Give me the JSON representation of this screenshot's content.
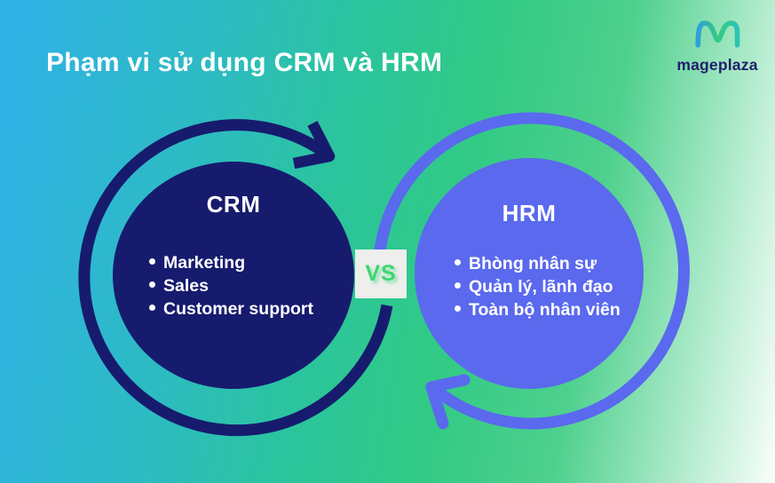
{
  "title": "Phạm vi sử dụng CRM và HRM",
  "logo": {
    "brand": "mageplaza",
    "icon": "mageplaza-m-logo"
  },
  "comparison": {
    "vs_label": "VS",
    "left": {
      "label": "CRM",
      "items": [
        "Marketing",
        "Sales",
        "Customer support"
      ]
    },
    "right": {
      "label": "HRM",
      "items": [
        "Bhòng nhân sự",
        "Quản lý, lãnh đạo",
        "Toàn bộ nhân viên"
      ]
    }
  },
  "colors": {
    "background_left": "#2fb1e9",
    "background_mid": "#31ca85",
    "background_right": "#f8fefb",
    "crm_circle": "#161b6e",
    "hrm_circle": "#5a69ee",
    "vs_badge": "#eeeeec",
    "vs_text": "#3ed672",
    "brand_text": "#221e6b",
    "text_on_circles": "#ffffff"
  }
}
